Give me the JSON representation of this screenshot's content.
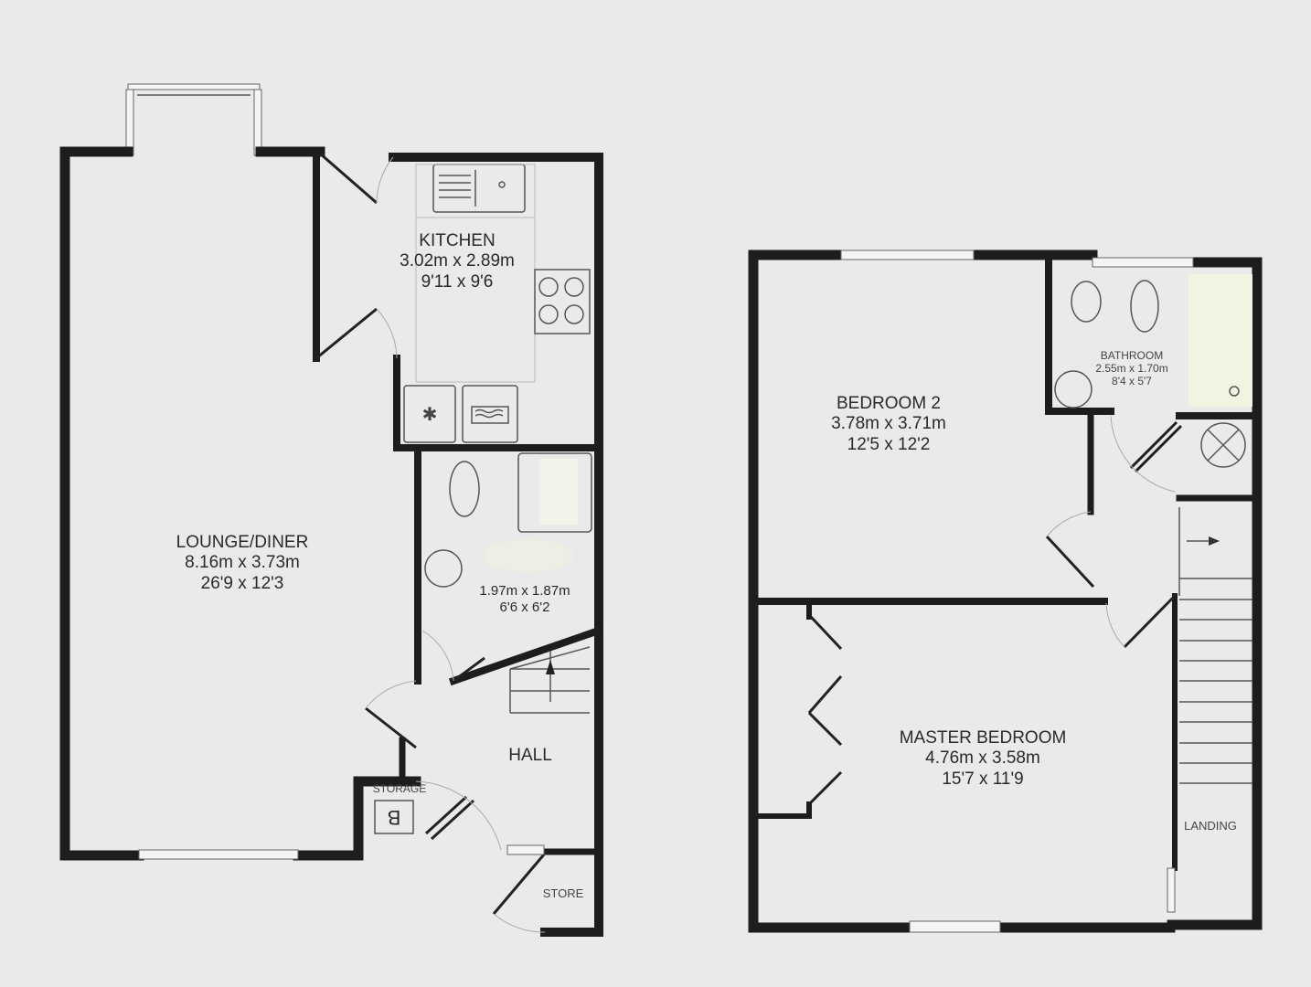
{
  "floor_plan": {
    "ground_floor": {
      "rooms": [
        {
          "id": "kitchen",
          "name": "KITCHEN",
          "metric": "3.02m x 2.89m",
          "imperial": "9'11 x 9'6"
        },
        {
          "id": "lounge",
          "name": "LOUNGE/DINER",
          "metric": "8.16m x 3.73m",
          "imperial": "26'9 x 12'3"
        },
        {
          "id": "shower",
          "name": "",
          "metric": "1.97m x 1.87m",
          "imperial": "6'6 x 6'2"
        },
        {
          "id": "hall",
          "name": "HALL"
        },
        {
          "id": "storage",
          "name": "STORAGE",
          "boiler_mark": "B"
        },
        {
          "id": "store",
          "name": "STORE"
        }
      ]
    },
    "first_floor": {
      "rooms": [
        {
          "id": "bedroom2",
          "name": "BEDROOM 2",
          "metric": "3.78m x 3.71m",
          "imperial": "12'5 x 12'2"
        },
        {
          "id": "bathroom",
          "name": "BATHROOM",
          "metric": "2.55m x 1.70m",
          "imperial": "8'4 x 5'7"
        },
        {
          "id": "master",
          "name": "MASTER BEDROOM",
          "metric": "4.76m x 3.58m",
          "imperial": "15'7 x 11'9"
        },
        {
          "id": "landing",
          "name": "LANDING"
        }
      ]
    },
    "colors": {
      "wall": "#1d1d1d",
      "background": "#e9eaea",
      "text": "#2a2a2a"
    }
  }
}
